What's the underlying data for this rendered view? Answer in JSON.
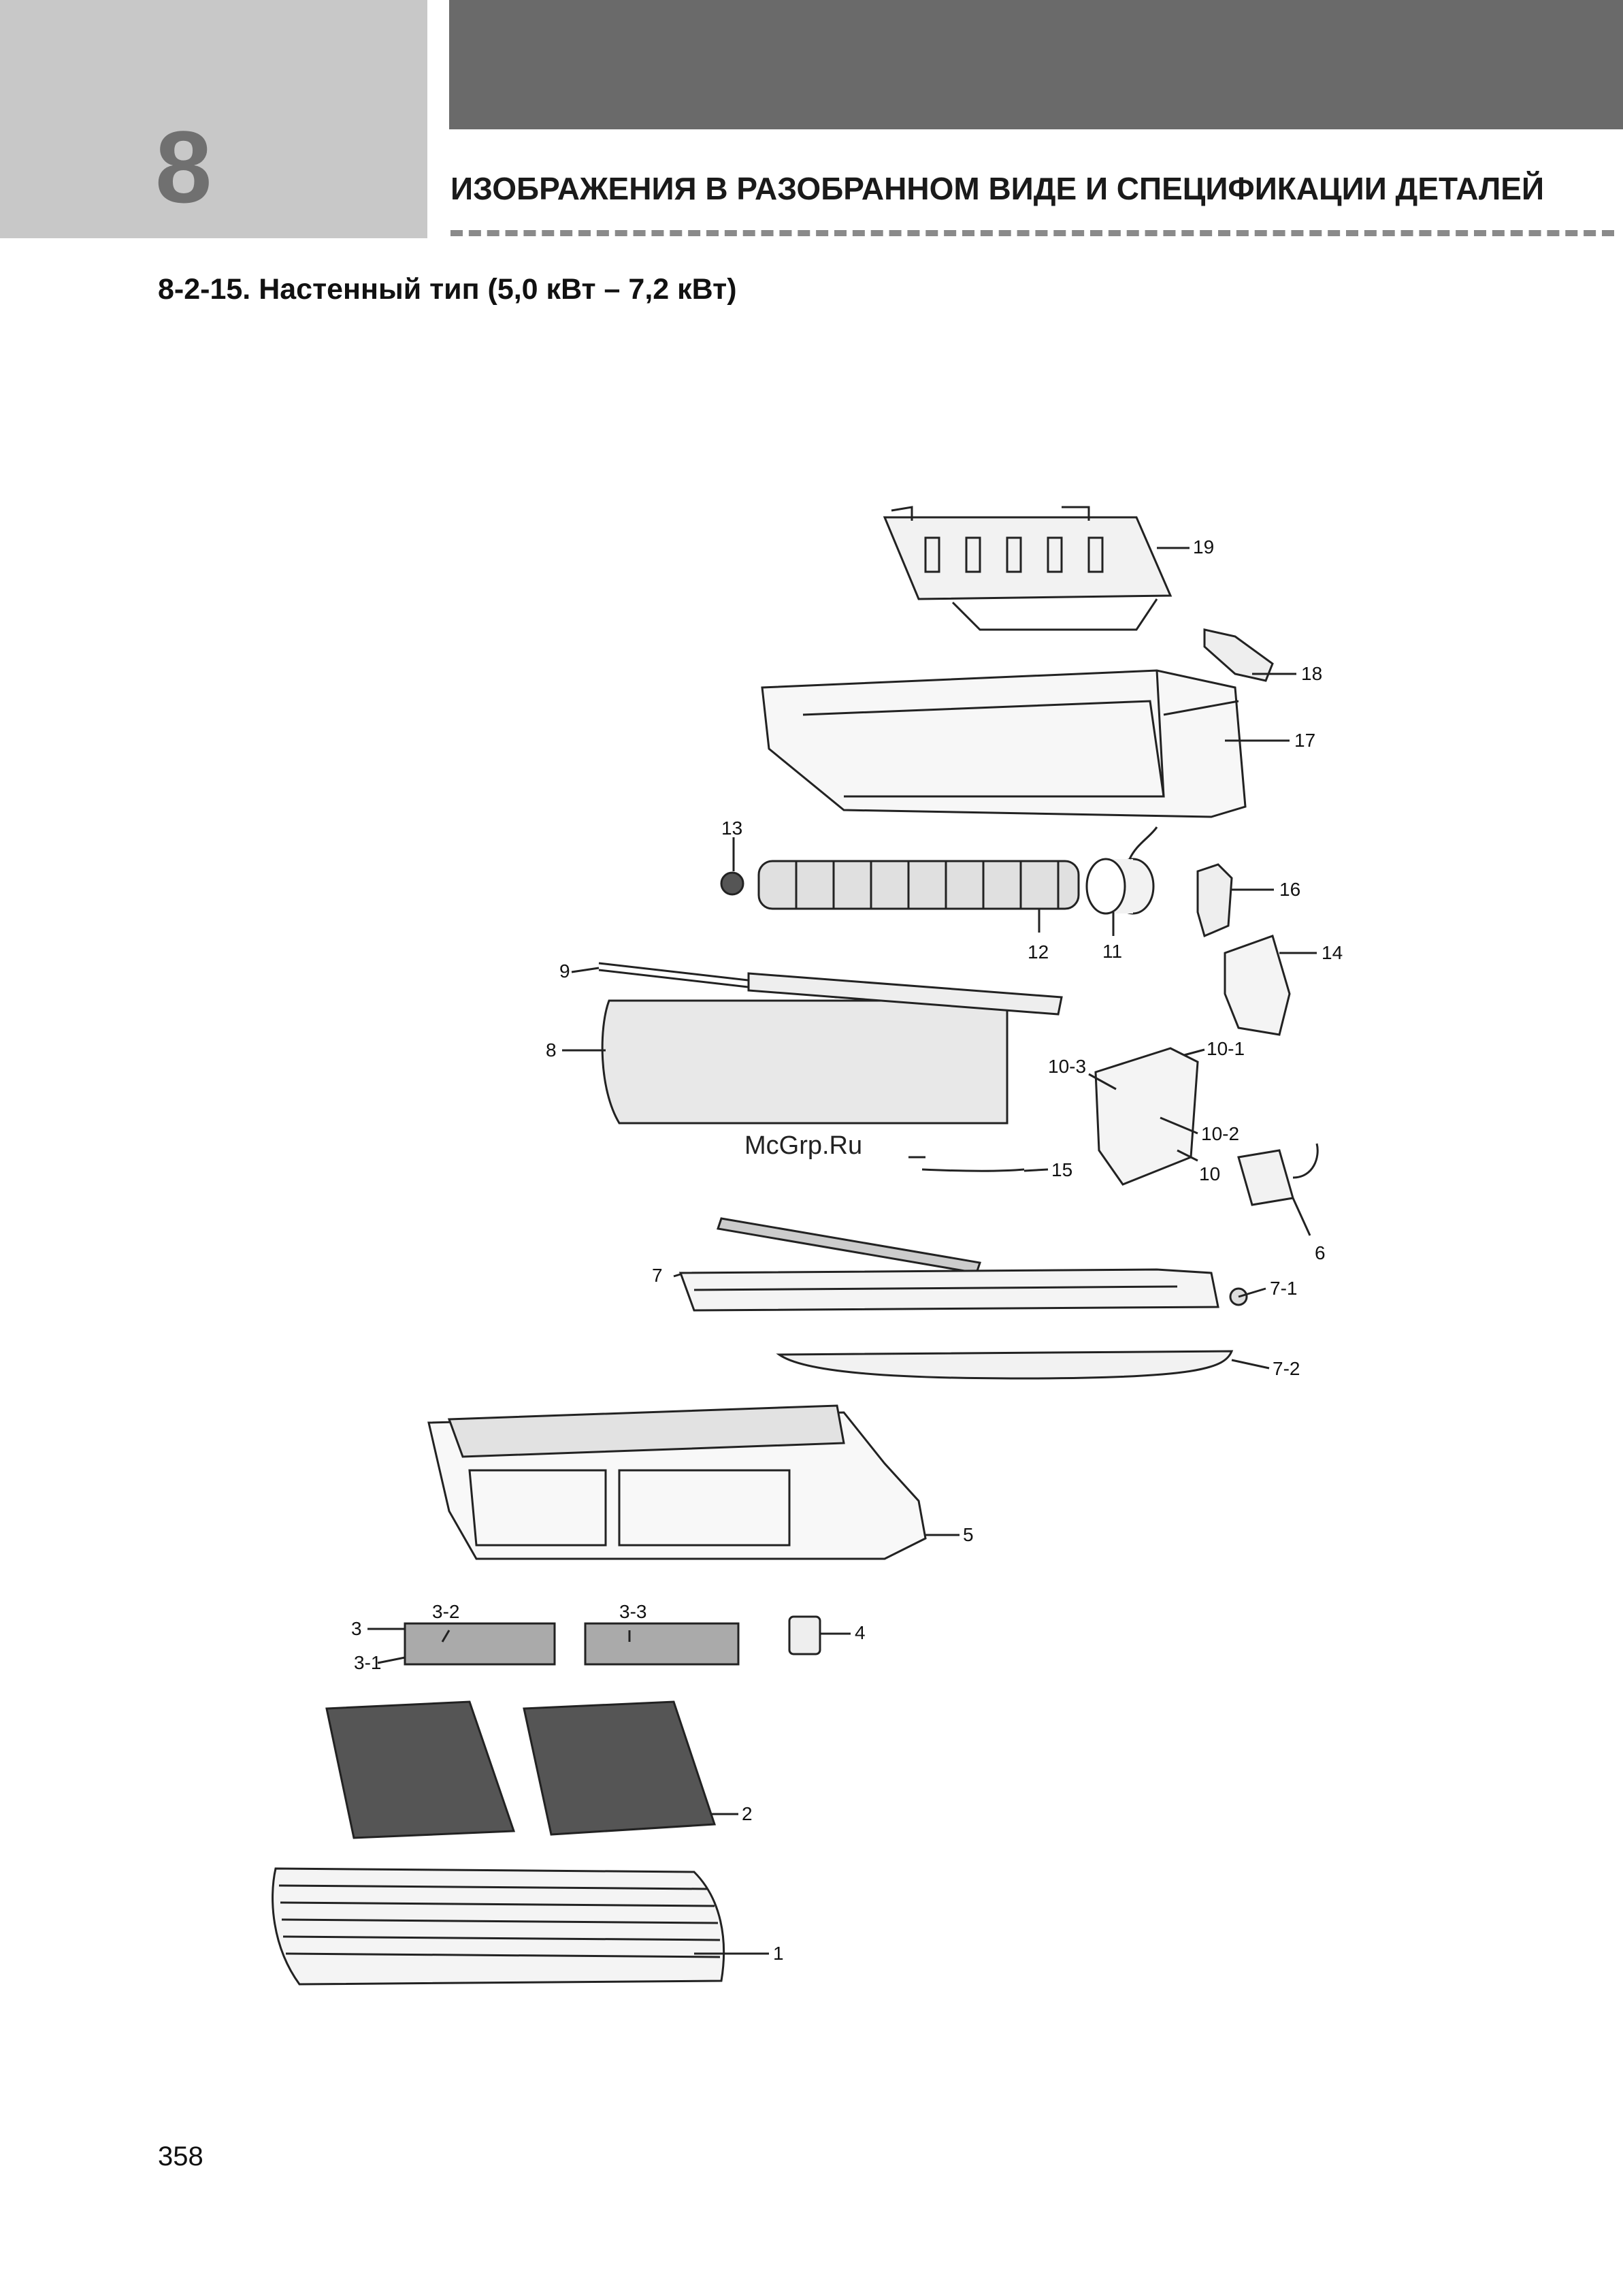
{
  "header": {
    "chapter_number": "8",
    "title": "ИЗОБРАЖЕНИЯ В РАЗОБРАННОМ ВИДЕ И СПЕЦИФИКАЦИИ ДЕТАЛЕЙ"
  },
  "section": {
    "title": "8-2-15. Настенный тип (5,0 кВт – 7,2 кВт)"
  },
  "diagram": {
    "labels": [
      "19",
      "18",
      "17",
      "13",
      "16",
      "12",
      "11",
      "14",
      "9",
      "8",
      "10-1",
      "10-3",
      "10-2",
      "10",
      "15",
      "6",
      "7",
      "7-1",
      "7-2",
      "5",
      "3-2",
      "3-3",
      "3",
      "4",
      "3-1",
      "2",
      "1"
    ]
  },
  "watermark": "McGrp.Ru",
  "page_number": "358"
}
